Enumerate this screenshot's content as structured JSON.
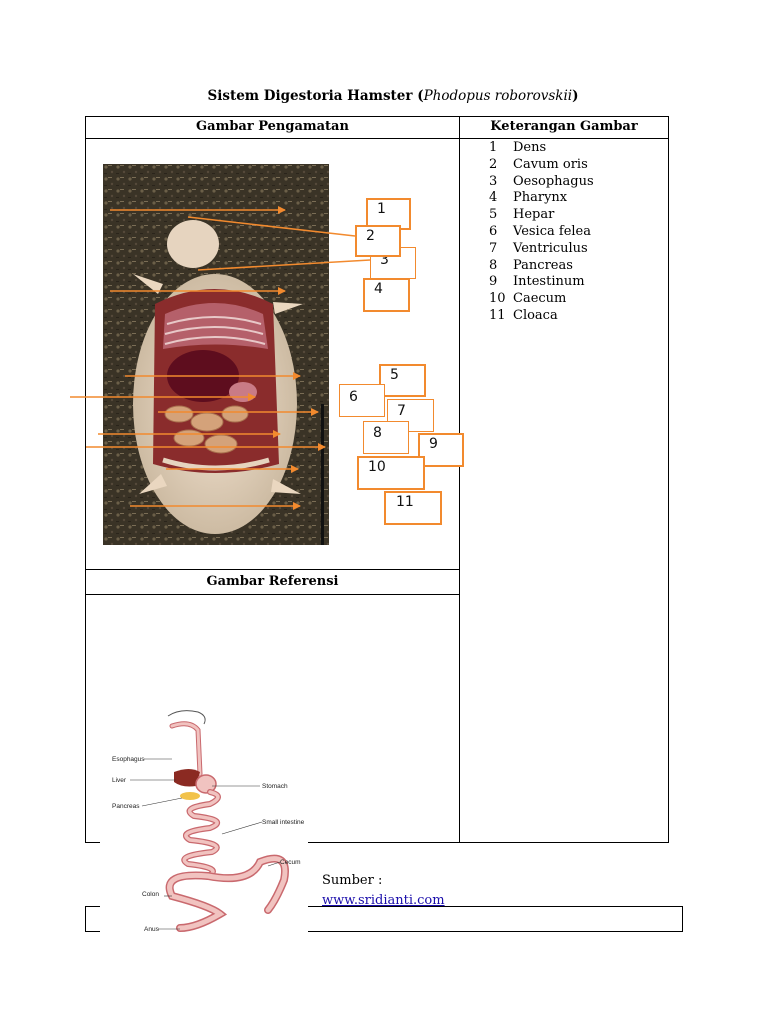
{
  "document": {
    "title_prefix": "Sistem Digestoria Hamster (",
    "title_species": "Phodopus roborovskii",
    "title_suffix": ")"
  },
  "table": {
    "col_observation": "Gambar Pengamatan",
    "col_legend": "Keterangan Gambar",
    "reference_header": "Gambar Referensi"
  },
  "legend": [
    {
      "num": "1",
      "label": "Dens"
    },
    {
      "num": "2",
      "label": "Cavum oris"
    },
    {
      "num": "3",
      "label": "Oesophagus"
    },
    {
      "num": "4",
      "label": "Pharynx"
    },
    {
      "num": "5",
      "label": "Hepar"
    },
    {
      "num": "6",
      "label": "Vesica felea"
    },
    {
      "num": "7",
      "label": "Ventriculus"
    },
    {
      "num": "8",
      "label": "Pancreas"
    },
    {
      "num": "9",
      "label": "Intestinum"
    },
    {
      "num": "10",
      "label": "Caecum"
    },
    {
      "num": "11",
      "label": "Cloaca"
    }
  ],
  "photo_labels": [
    "1",
    "2",
    "3",
    "4",
    "5",
    "6",
    "7",
    "8",
    "9",
    "10",
    "11"
  ],
  "reference_labels": {
    "esophagus": "Esophagus",
    "liver": "Liver",
    "pancreas": "Pancreas",
    "stomach": "Stomach",
    "small_intestine": "Small intestine",
    "cecum": "Cecum",
    "colon": "Colon",
    "anus": "Anus"
  },
  "source": {
    "label": "Sumber :",
    "link": "www.sridianti.com"
  },
  "colors": {
    "arrow": "#f28a2e",
    "link": "#1a0dab"
  }
}
